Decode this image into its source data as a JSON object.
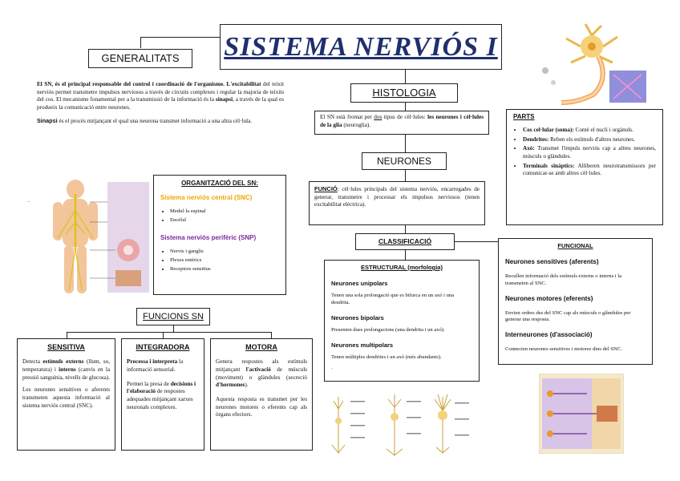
{
  "title": "SISTEMA NERVIÓS I",
  "colors": {
    "title_blue": "#1f2f6e",
    "snc_orange": "#f0a500",
    "snp_purple": "#7a2a9a",
    "border": "#222222"
  },
  "generalitats": {
    "heading": "GENERALITATS",
    "p1_lead": "El SN, és el principal responsable del control i coordinació de l'organisme.",
    "p1_term": "L'excitabilitat",
    "p1_rest": "del teixit nerviós permet transmetre impulsos nerviosos a través de circuits complexes i regular la majoria de teixits del cos. El mecanisme fonamental per a la transmissió de la informació és la",
    "p1_term2": "sinapsi",
    "p1_end": ", a través de la qual es produeix la comunicació entre neurones.",
    "p2_term": "Sinapsi",
    "p2_rest": "és el procés mitjançant el qual una neurona transmet informació a una altra cèl·lula."
  },
  "organitzacio": {
    "heading": "ORGANITZACIÓ DEL SN:",
    "snc_title": "Sistema nerviós central (SNC)",
    "snc_items": [
      "Medul·la espinal",
      "Encèfal"
    ],
    "snp_title": "Sistema nerviós perifèric (SNP)",
    "snp_items": [
      "Nervis i ganglis",
      "Plexes entèrics",
      "Receptors sensitius"
    ]
  },
  "funcions": {
    "heading": "FUNCIONS SN",
    "sensitiva": {
      "heading": "SENSITIVA",
      "p1_a": "Detecta",
      "p1_b": "estímuls externs",
      "p1_c": "(llum, so, temperatura) i",
      "p1_d": "interns",
      "p1_e": "(canvis en la pressió sanguínia, nivells de glucosa).",
      "p2": "Les neurones sensitives o aferents transmeten aquesta informació al sistema nerviós central (SNC)."
    },
    "integradora": {
      "heading": "INTEGRADORA",
      "p1_a": "Processa i interpreta",
      "p1_b": "la informació sensorial.",
      "p2_a": "Permet la presa de",
      "p2_b": "decisions i l'elaboració",
      "p2_c": "de respostes adequades mitjançant xarxes neuronals complexes."
    },
    "motora": {
      "heading": "MOTORA",
      "p1_a": "Genera respostes als estímuls mitjançant",
      "p1_b": "l'activació",
      "p1_c": "de músculs (moviment) o glàndules (secreció",
      "p1_d": "d'hormones",
      "p1_e": ").",
      "p2": "Aquesta resposta es transmet per les neurones motores o eferents cap als òrgans efectors."
    }
  },
  "histologia": {
    "heading": "HISTOLOGIA",
    "text_a": "El SN està fromat per",
    "text_b": "dos",
    "text_c": "tipus de cèl·lules:",
    "text_d": "les neurones i cèl·lules de la glia",
    "text_e": "(neuroglia)."
  },
  "neurones": {
    "heading": "NEURONES",
    "funcio_label": "FUNCIÓ",
    "funcio_text": ": cèl·lules principals del sistema nerviós, encarregades de generar, transmetre i processar els impulsos nerviosos (tenen excitabilitat elèctrica)."
  },
  "parts": {
    "heading": "PARTS",
    "items": [
      {
        "term": "Cos cel·lular (soma):",
        "text": "Conté el nucli i orgànuls."
      },
      {
        "term": "Dendrites:",
        "text": "Reben els estímuls d'altres neurones."
      },
      {
        "term": "Axó:",
        "text": "Transmet l'impuls nerviós cap a altres neurones, músculs o glàndules."
      },
      {
        "term": "Terminals sinàptics:",
        "text": "Alliberen neurotransmissors per comunicar-se amb altres cèl·lules."
      }
    ]
  },
  "classificacio": {
    "heading": "CLASSIFICACIÓ",
    "estructural": {
      "heading": "ESTRUCTURAL (morfologia)",
      "items": [
        {
          "title": "Neurones unipolars",
          "text": "Tenen una sola prolongació que es bifurca en un axó i una dendrita."
        },
        {
          "title": "Neurones bipolars",
          "text": "Presenten dues prolongacions (una dendrita i un axó)."
        },
        {
          "title": "Neurones multipolars",
          "text": "Tenen múltiples dendrites i un axó (més abundants)."
        }
      ],
      "trailing": "."
    },
    "funcional": {
      "heading": "FUNCIONAL",
      "items": [
        {
          "title": "Neurones sensitives (aferents)",
          "text": "Recullen informació dels estímuls externs o interns i la transmeten al SNC."
        },
        {
          "title": "Neurones motores (eferents)",
          "text": "Envien ordres des del SNC cap als músculs o glàndules per generar una resposta."
        },
        {
          "title": "Interneurones (d'associació)",
          "text": "Connecten neurones sensitives i motores dins del SNC."
        }
      ]
    }
  },
  "images": {
    "body_diagram": "nervous-system-body-illustration",
    "neuron_photo": "neuron-illustration",
    "neuron_types": "neuron-types-diagram",
    "neuromuscular": "neuromuscular-diagram"
  }
}
